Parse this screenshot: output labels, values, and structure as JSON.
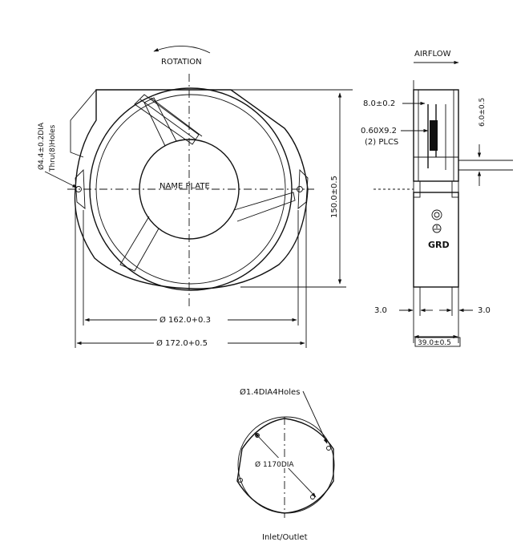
{
  "front_view": {
    "rotation_label": "ROTATION",
    "name_plate_label": "NAME PLATE",
    "hole_callout_line1": "Ø4.4±0.2DIA",
    "hole_callout_line2": "Thru(8)Holes",
    "height_dim": "150.0±0.5",
    "dia_inner_dim": "Ø 162.0+0.3",
    "dia_outer_dim": "Ø 172.0+0.5"
  },
  "side_view": {
    "airflow_label": "AIRFLOW",
    "dim_8_0": "8.0±0.2",
    "dim_6_0": "6.0±0.5",
    "terminal_line1": "0.60X9.2",
    "terminal_line2": "(2) PLCS",
    "ground_label": "GRD",
    "dim_3_0_left": "3.0",
    "dim_3_0_right": "3.0",
    "depth_dim": "39.0±0.5"
  },
  "inlet_view": {
    "holes_callout": "Ø1.4DIA4Holes",
    "diameter_dim": "Ø 1170DIA",
    "caption": "Inlet/Outlet"
  },
  "colors": {
    "line": "#111111",
    "background": "#ffffff"
  }
}
